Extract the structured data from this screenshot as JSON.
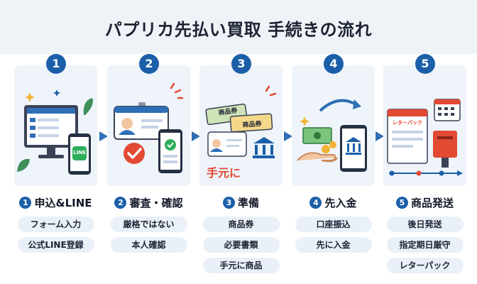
{
  "title": "パプリカ先払い買取 手続きの流れ",
  "steps": [
    {
      "num": "1",
      "title": "申込&LINE",
      "items": [
        "フォーム入力",
        "公式LINE登録"
      ],
      "badge": "LINE"
    },
    {
      "num": "2",
      "title": "審査・確認",
      "items": [
        "厳格ではない",
        "本人確認"
      ]
    },
    {
      "num": "3",
      "title": "準備",
      "items": [
        "商品券",
        "必要書類",
        "手元に商品"
      ],
      "ticket": "商品券",
      "ticket2": "商品券",
      "handtext": "手元に"
    },
    {
      "num": "4",
      "title": "先入金",
      "items": [
        "口座振込",
        "先に入金"
      ]
    },
    {
      "num": "5",
      "title": "商品発送",
      "items": [
        "後日発送",
        "指定期日厳守",
        "レターパック"
      ],
      "envelope": "レターパック"
    }
  ],
  "colors": {
    "primary": "#1b5fa8",
    "card": "#eef4fa",
    "header": "#eef3f8",
    "pill": "#eaf0f8",
    "accent": "#e24a33",
    "success": "#2fae5b"
  }
}
